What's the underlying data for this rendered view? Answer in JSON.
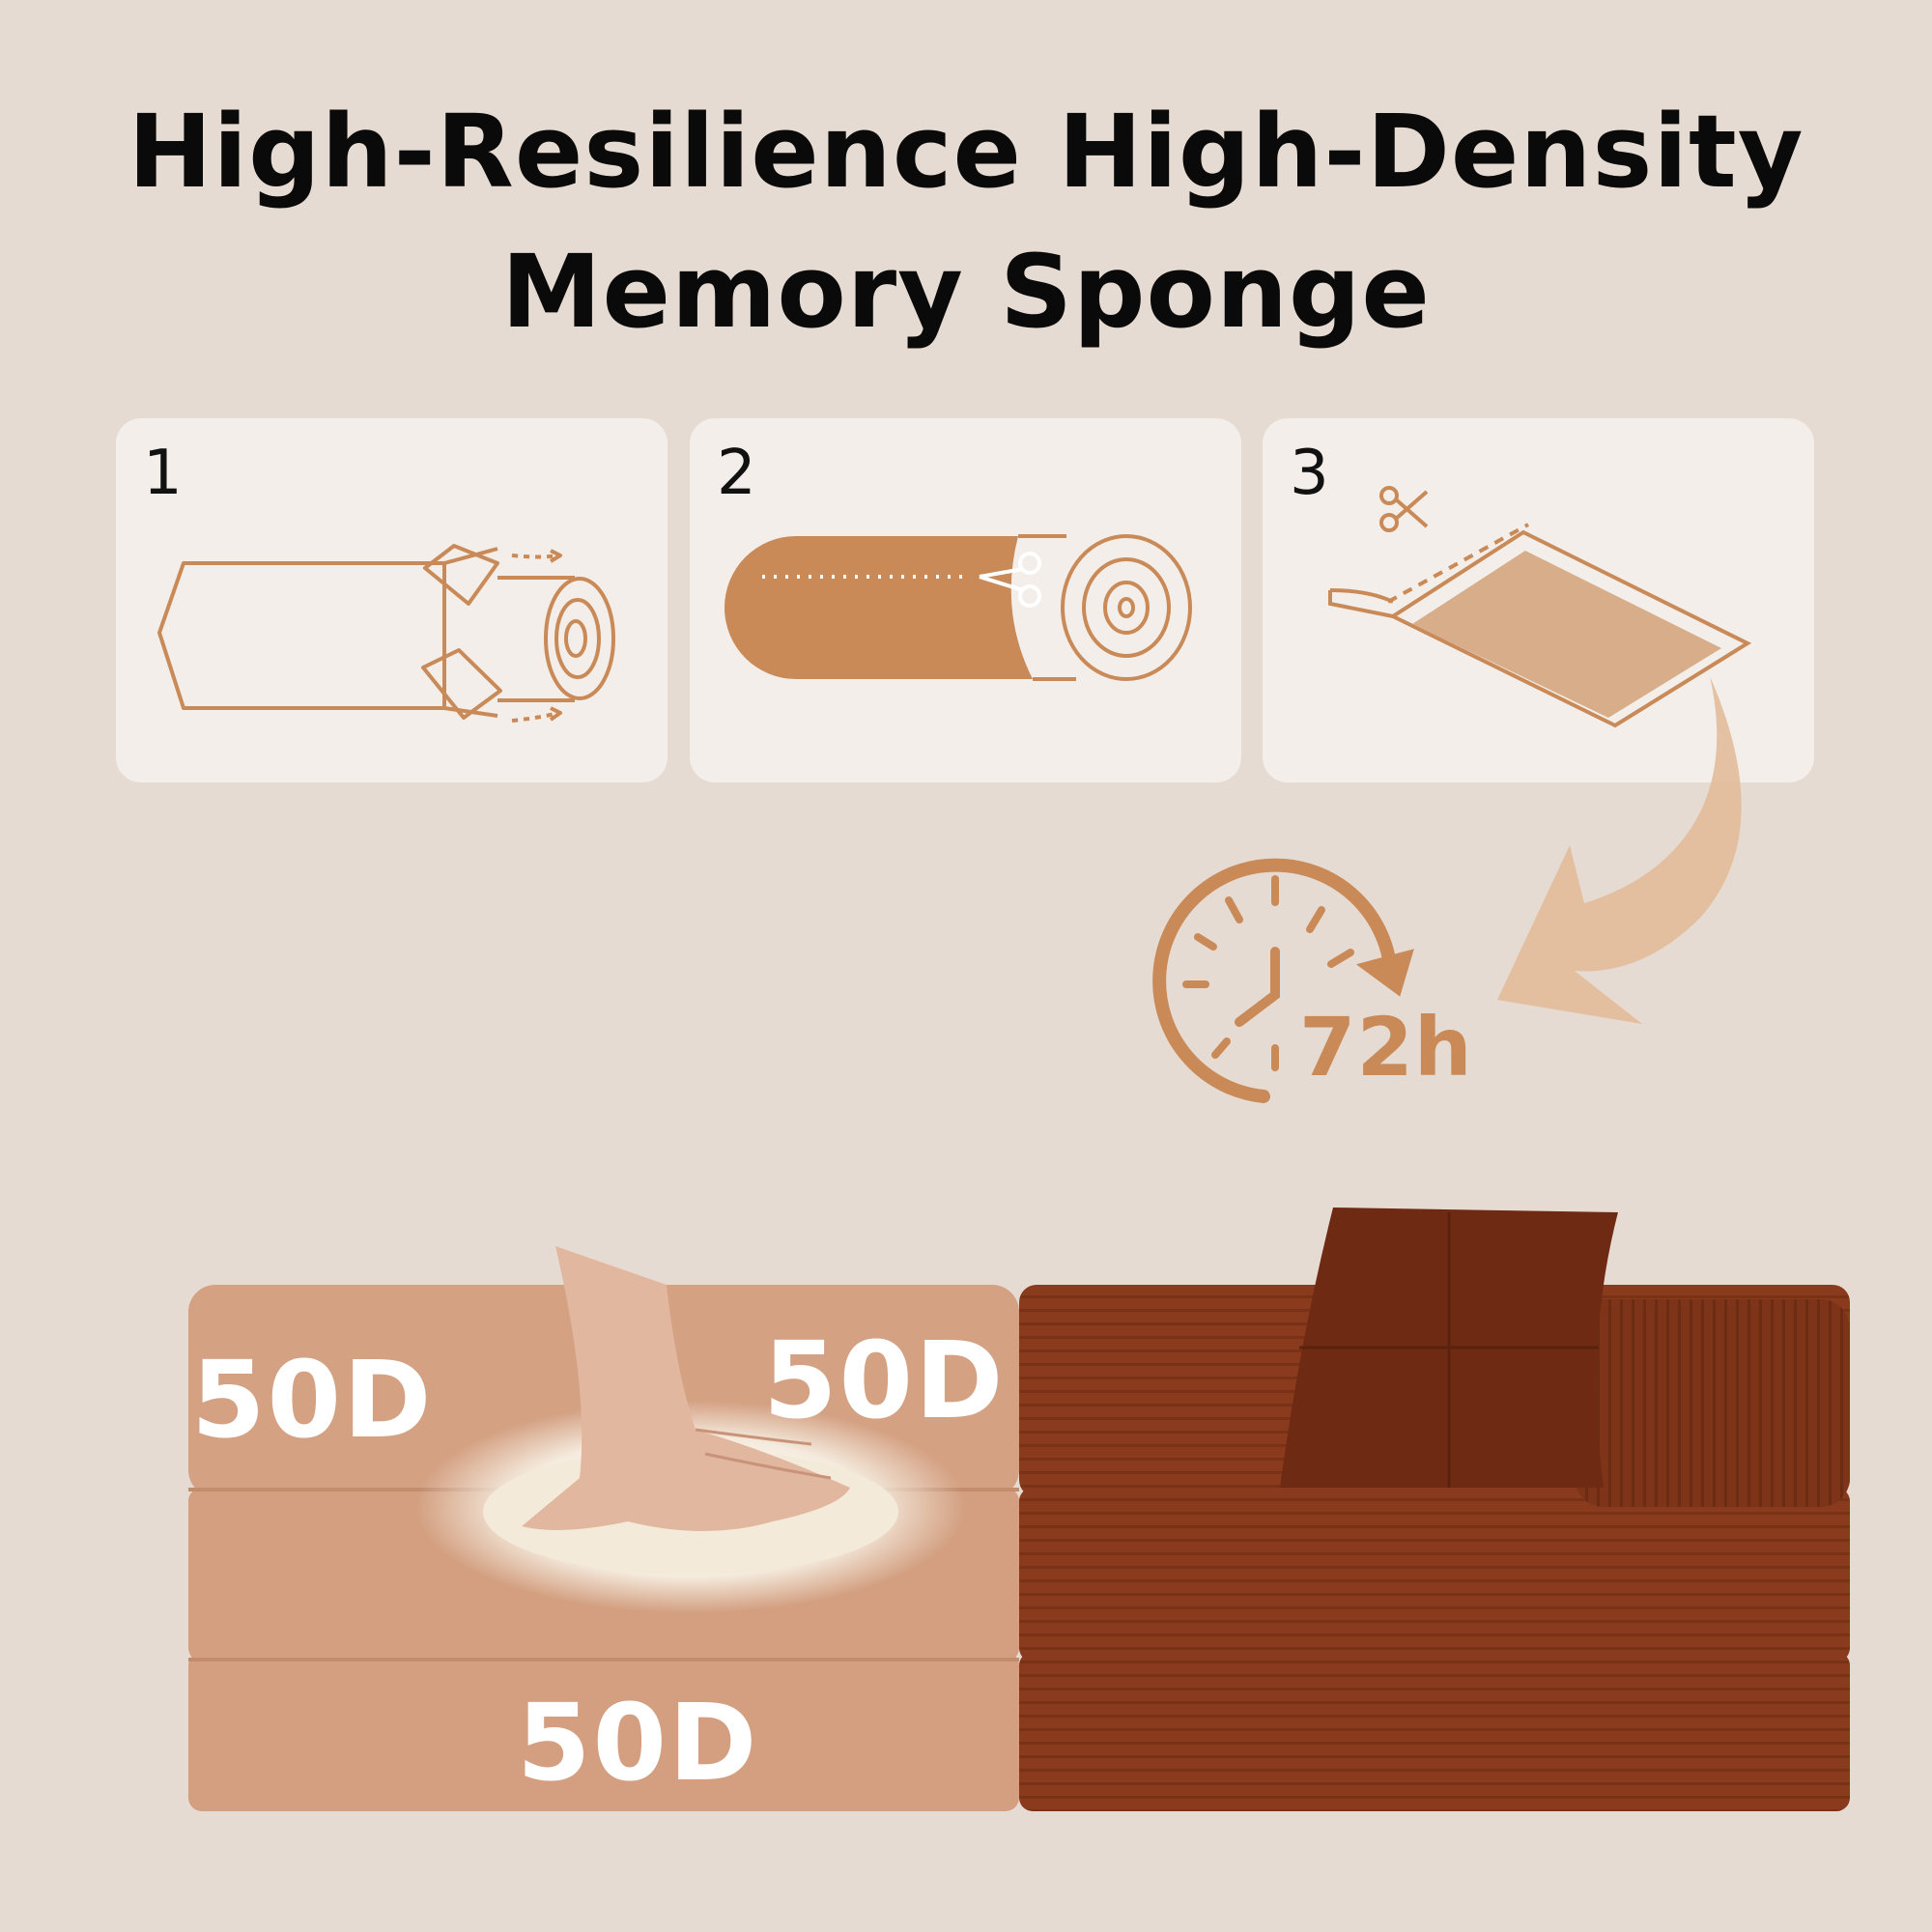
{
  "title": {
    "line1": "High-Resilience High-Density",
    "line2": "Memory Sponge"
  },
  "steps": [
    {
      "number": "1",
      "icon": "unbox-roll-icon"
    },
    {
      "number": "2",
      "icon": "cut-roll-icon"
    },
    {
      "number": "3",
      "icon": "cut-packaging-icon"
    }
  ],
  "expansion": {
    "time_label": "72h",
    "icon": "clock-arrow-icon"
  },
  "sofa": {
    "density_labels": [
      "50D",
      "50D",
      "50D"
    ]
  },
  "colors": {
    "background": "#e6dbd2",
    "card": "#f3eee9",
    "accent": "#c98a58",
    "sofa": "#8a3a1c",
    "sofa_overlay": "#d9a98a"
  }
}
